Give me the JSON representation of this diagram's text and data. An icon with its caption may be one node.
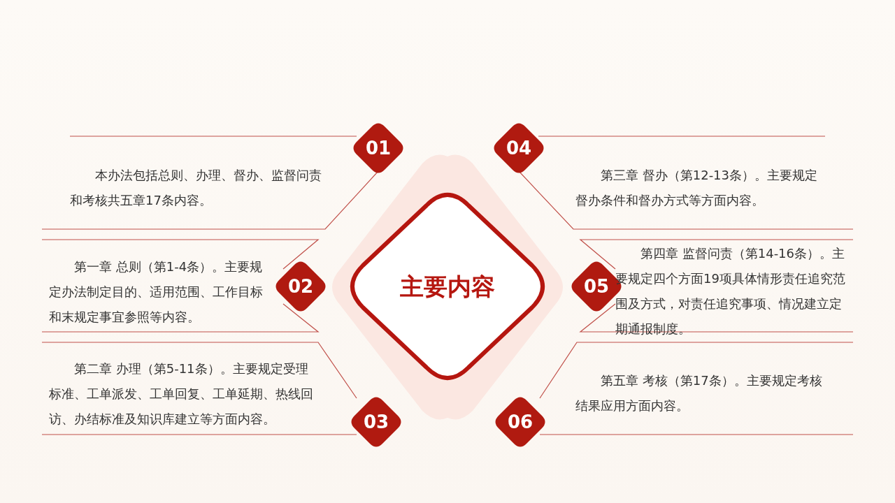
{
  "diagram": {
    "nodes": [
      {
        "text": [
          "主要内容"
        ]
      },
      {
        "text": [
          "01"
        ],
        "beside": [
          "本办法包括总则、办理、督办、监督问责和考核共五章17条内容。"
        ]
      },
      {
        "text": [
          "02"
        ],
        "beside": [
          "第一章 总则（第1-4条）。主要规定办法制定目的、适用范围、工作目标和末规定事宜参照等内容。"
        ]
      },
      {
        "text": [
          "03"
        ],
        "beside": [
          "第二章 办理（第5-11条）。主要规定受理标准、工单派发、工单回复、工单延期、热线回访、办结标准及知识库建立等方面内容。"
        ]
      },
      {
        "text": [
          "04"
        ],
        "beside": [
          "第三章 督办（第12-13条）。主要规定督办条件和督办方式等方面内容。"
        ]
      },
      {
        "text": [
          "05"
        ],
        "beside": [
          "第四章 监督问责（第14-16条）。主要规定四个方面19项具体情形责任追究范围及方式，对责任追究事项、情况建立定期通报制度。"
        ]
      },
      {
        "text": [
          "06"
        ],
        "beside": [
          "第五章 考核（第17条）。主要规定考核结果应用方面内容。"
        ]
      }
    ],
    "edges": []
  }
}
